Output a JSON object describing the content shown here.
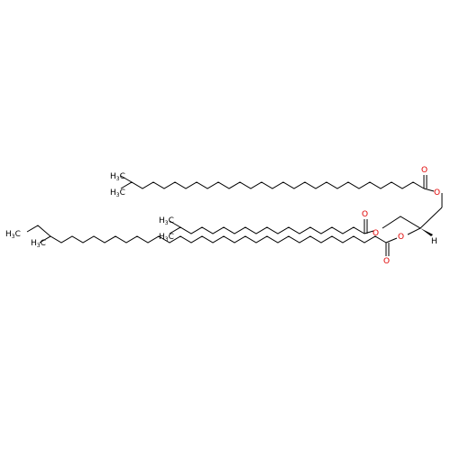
{
  "molecule": {
    "atom_labels": {
      "ch3_top_1": "H",
      "ch3_top_1_sub": "3",
      "ch3_top_1_c": "C",
      "ch3_top_2": "H",
      "ch3_top_2_sub": "3",
      "ch3_top_2_c": "C",
      "ch3_mid_1": "H",
      "ch3_mid_1_sub": "3",
      "ch3_mid_1_c": "C",
      "ch3_mid_2": "H",
      "ch3_mid_2_sub": "3",
      "ch3_mid_2_c": "C",
      "ch3_bot_1": "H",
      "ch3_bot_1_sub": "3",
      "ch3_bot_1_c": "C",
      "ch3_bot_2": "H",
      "ch3_bot_2_sub": "3",
      "ch3_bot_2_c": "C",
      "o_carbonyl_1": "O",
      "o_ester_1": "O",
      "o_carbonyl_2": "O",
      "o_ester_2": "O",
      "o_carbonyl_3": "O",
      "o_ester_3": "O",
      "h_stereo": "H"
    },
    "colors": {
      "bond": "#000000",
      "oxygen": "#e00000"
    }
  }
}
